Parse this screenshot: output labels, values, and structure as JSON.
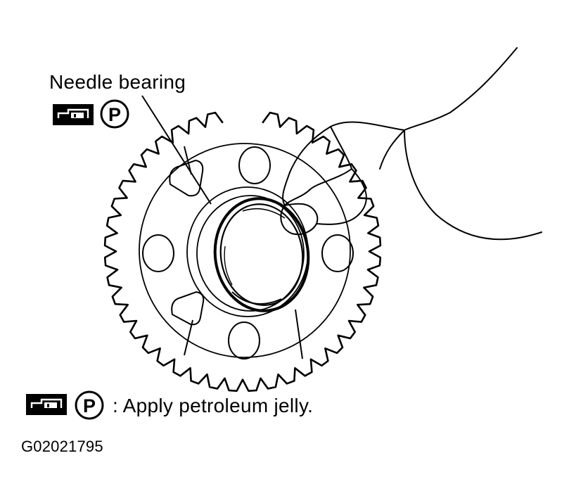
{
  "diagram": {
    "callout_label": "Needle bearing",
    "symbol_letter": "P",
    "legend_text": ": Apply petroleum jelly.",
    "figure_code": "G02021795",
    "colors": {
      "line": "#000000",
      "background": "#ffffff"
    },
    "icons": [
      "grease-gun-icon",
      "circled-p-icon"
    ]
  }
}
